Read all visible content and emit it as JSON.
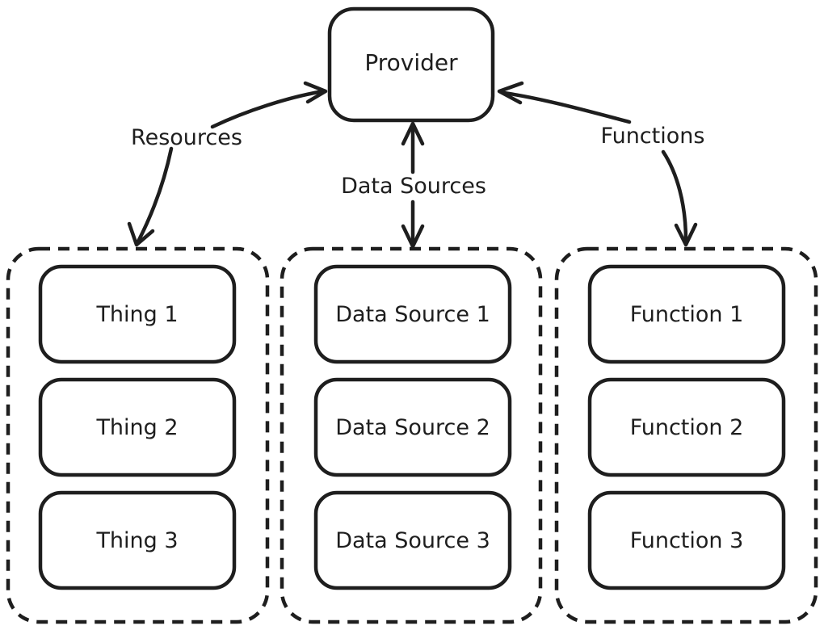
{
  "diagram": {
    "provider": {
      "label": "Provider"
    },
    "edges": {
      "resources": {
        "label": "Resources"
      },
      "data_sources": {
        "label": "Data Sources"
      },
      "functions": {
        "label": "Functions"
      }
    },
    "groups": {
      "things": {
        "items": [
          "Thing 1",
          "Thing 2",
          "Thing 3"
        ]
      },
      "data_sources": {
        "items": [
          "Data Source 1",
          "Data Source 2",
          "Data Source 3"
        ]
      },
      "functions": {
        "items": [
          "Function 1",
          "Function 2",
          "Function 3"
        ]
      }
    },
    "colors": {
      "stroke": "#1e1e1e",
      "background": "#ffffff"
    }
  }
}
